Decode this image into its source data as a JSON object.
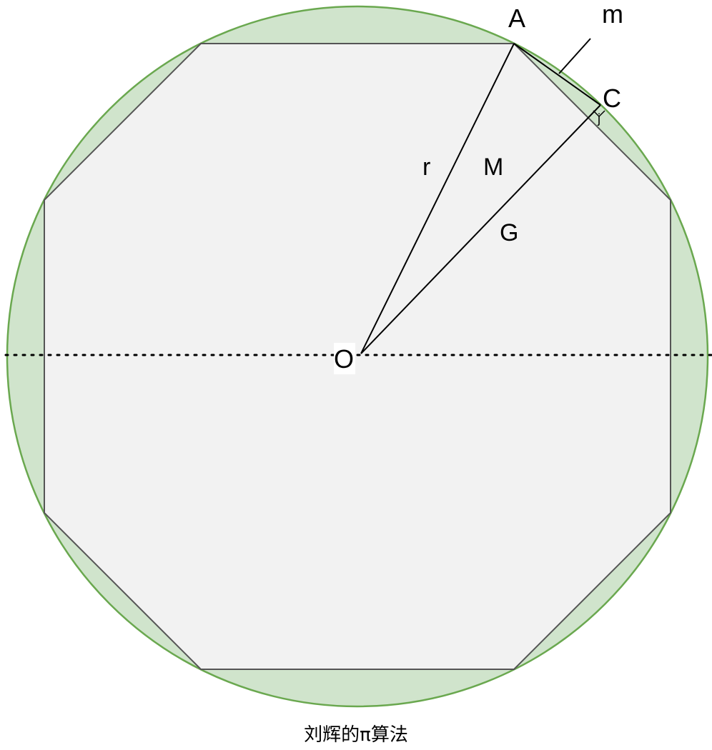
{
  "colors": {
    "circle_fill": "#d0e4cc",
    "circle_stroke": "#6aa84f",
    "octagon_fill": "#f2f2f2",
    "octagon_stroke": "#555555",
    "line": "#000000"
  },
  "labels": {
    "A": "A",
    "C": "C",
    "m": "m",
    "r": "r",
    "M": "M",
    "G": "G",
    "O": "O",
    "j": "j"
  },
  "caption": "刘辉的π算法"
}
